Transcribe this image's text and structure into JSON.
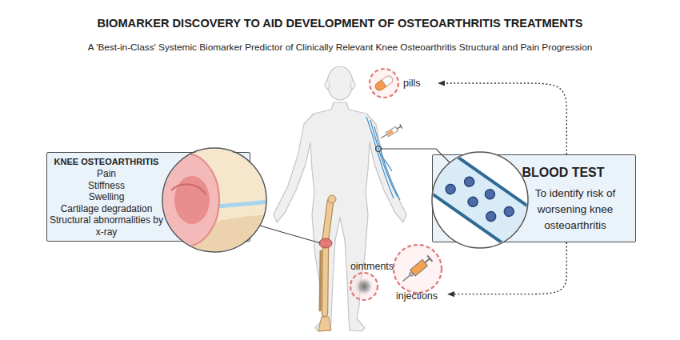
{
  "diagram": {
    "title": "BIOMARKER DISCOVERY TO AID DEVELOPMENT OF OSTEOARTHRITIS TREATMENTS",
    "nodes": [
      {
        "text": [
          "KNEE OSTEOARTHRITIS",
          "Pain",
          "Stiffness",
          "Swelling",
          "Cartilage degradation",
          "Structural abnormalities by x-ray"
        ]
      },
      {
        "text": [
          "BLOOD TEST",
          "To identify risk of worsening knee osteoarthritis"
        ]
      },
      {
        "text": [
          "pills"
        ]
      },
      {
        "text": [
          "ointments"
        ]
      },
      {
        "text": [
          "injections"
        ]
      }
    ],
    "edges": [
      {
        "from": 1,
        "to": 2,
        "arrow": "to"
      },
      {
        "from": 1,
        "to": 4,
        "arrow": "to"
      }
    ],
    "labels": [
      "A 'Best-in-Class' Systemic Biomarker Predictor of Clinically Relevant Knee Osteoarthritis Structural and Pain Progression"
    ]
  }
}
